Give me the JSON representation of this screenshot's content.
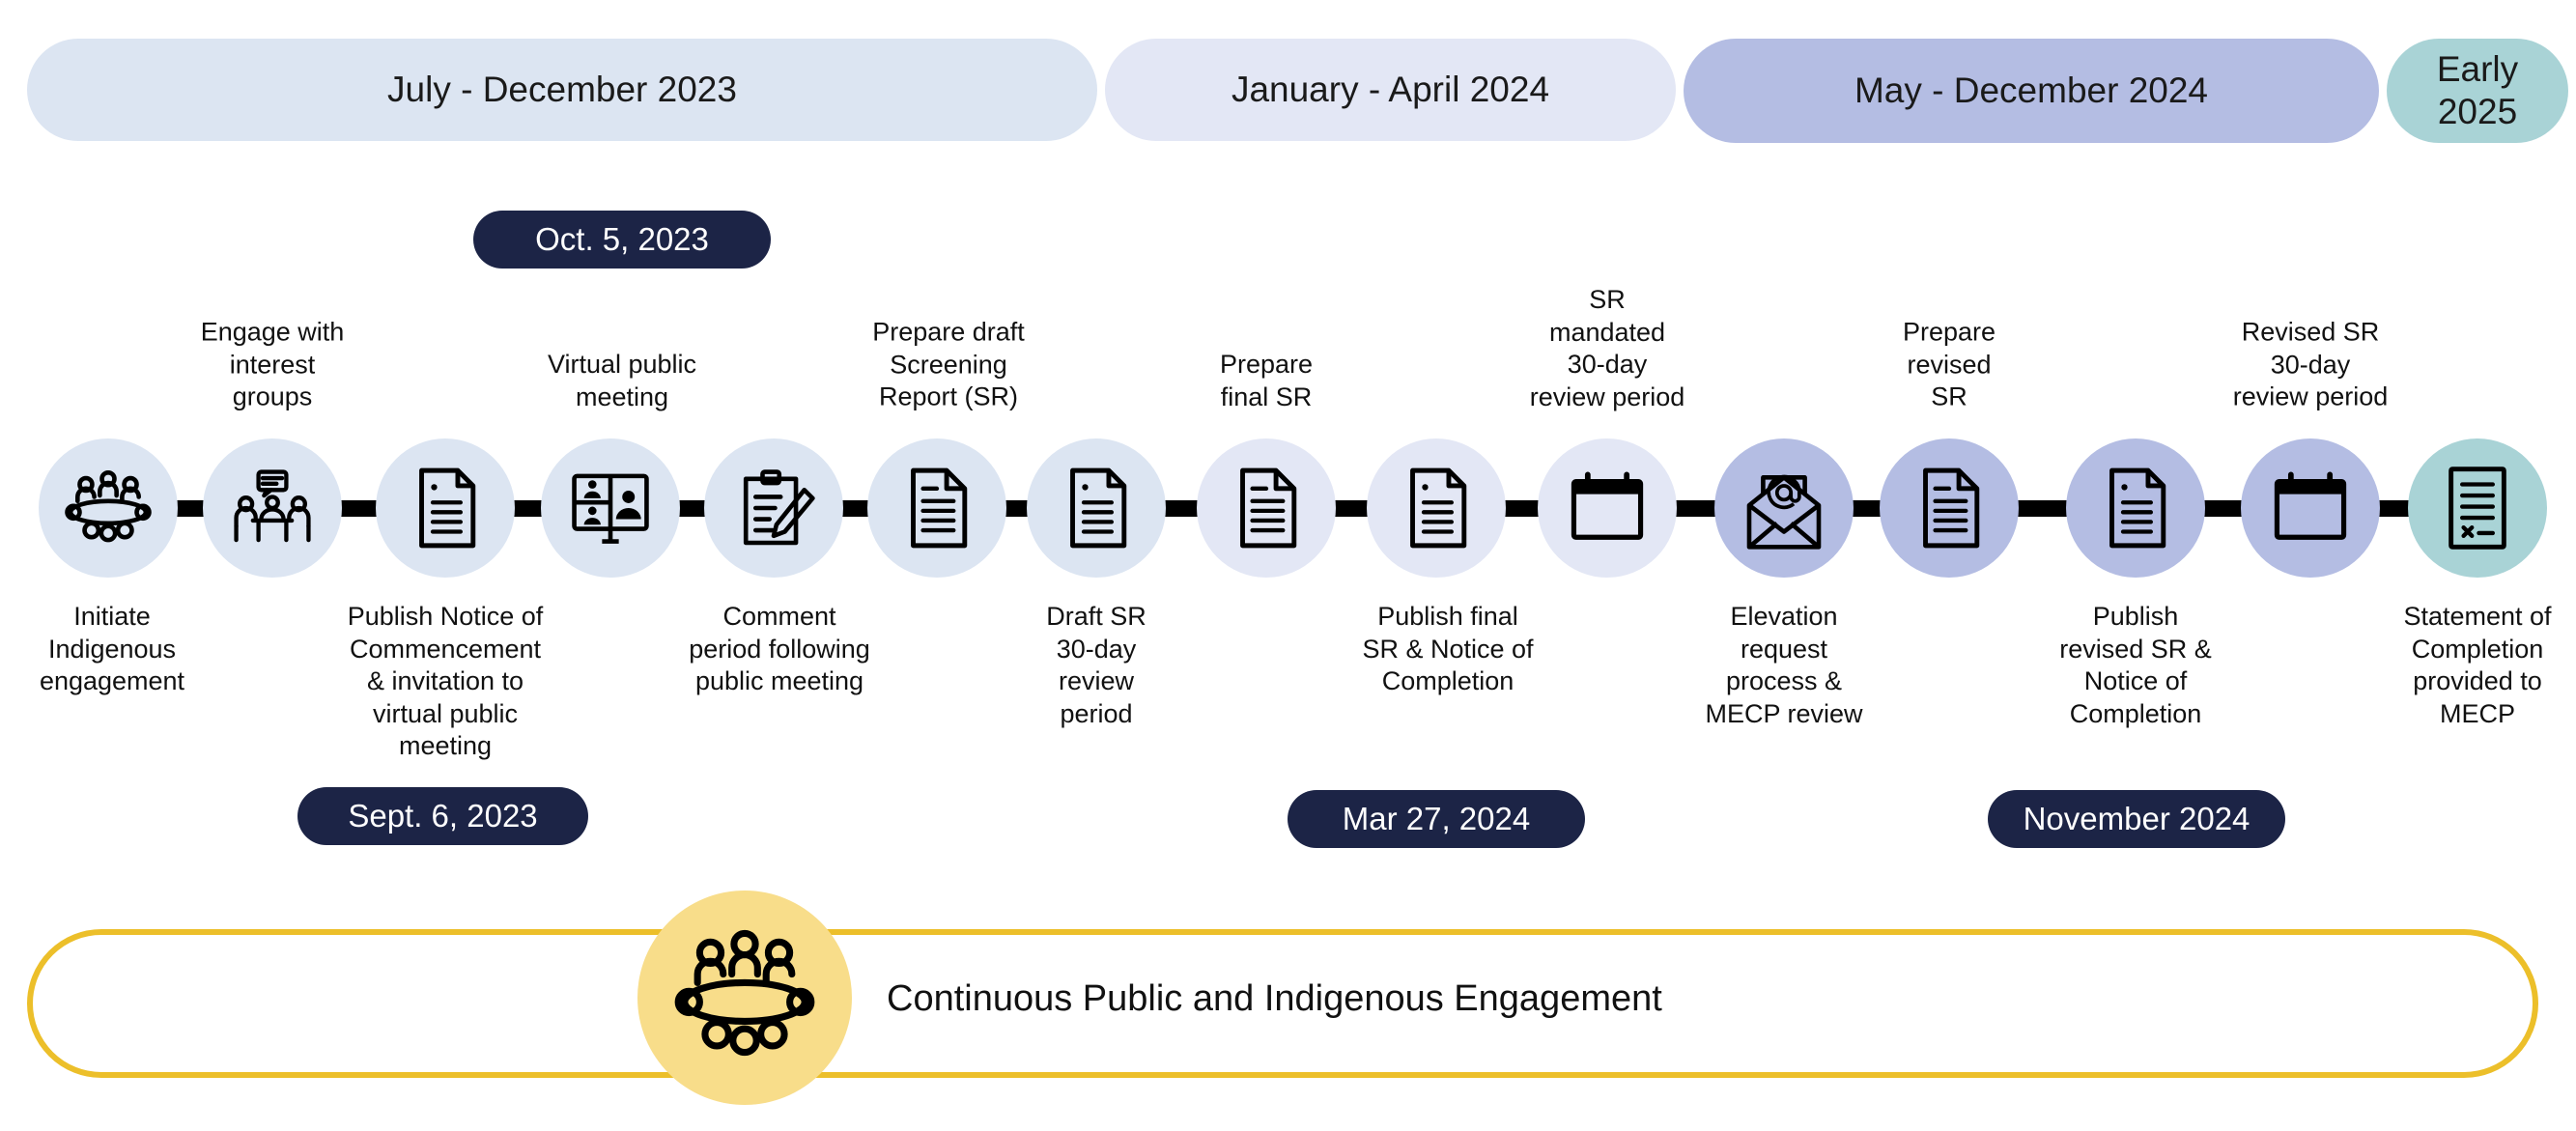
{
  "phases": [
    {
      "label": "July - December 2023",
      "color": "#dce5f2"
    },
    {
      "label": "January - April 2024",
      "color": "#e3e7f5"
    },
    {
      "label": "May - December 2024",
      "color": "#b4bde3"
    },
    {
      "label_line1": "Early",
      "label_line2": "2025",
      "color": "#a9d3d6"
    }
  ],
  "badges": {
    "oct": "Oct. 5, 2023",
    "sept": "Sept. 6, 2023",
    "mar": "Mar 27, 2024",
    "nov": "November 2024"
  },
  "steps": [
    {
      "label": [
        "Initiate",
        "Indigenous",
        "engagement"
      ],
      "icon": "meeting-table-icon",
      "color": "#dce5f2"
    },
    {
      "label": [
        "Engage with",
        "interest",
        "groups"
      ],
      "icon": "discussion-group-icon",
      "color": "#dce5f2"
    },
    {
      "label": [
        "Publish Notice of",
        "Commencement",
        "& invitation to",
        "virtual public",
        "meeting"
      ],
      "icon": "document-icon",
      "color": "#dce5f2"
    },
    {
      "label": [
        "Virtual public",
        "meeting"
      ],
      "icon": "video-conference-icon",
      "color": "#dce5f2"
    },
    {
      "label": [
        "Comment",
        "period following",
        "public meeting"
      ],
      "icon": "clipboard-pen-icon",
      "color": "#dce5f2"
    },
    {
      "label": [
        "Prepare draft",
        "Screening",
        "Report (SR)"
      ],
      "icon": "report-icon",
      "color": "#dce5f2"
    },
    {
      "label": [
        "Draft SR",
        "30-day",
        "review",
        "period"
      ],
      "icon": "document-icon",
      "color": "#dce5f2"
    },
    {
      "label": [
        "Prepare",
        "final SR"
      ],
      "icon": "report-icon",
      "color": "#e3e7f5"
    },
    {
      "label": [
        "Publish final",
        "SR & Notice of",
        "Completion"
      ],
      "icon": "document-icon",
      "color": "#e3e7f5"
    },
    {
      "label": [
        "SR",
        "mandated",
        "30-day",
        "review period"
      ],
      "icon": "calendar-icon",
      "color": "#e3e7f5"
    },
    {
      "label": [
        "Elevation",
        "request",
        "process &",
        "MECP review"
      ],
      "icon": "email-icon",
      "color": "#b4bde3"
    },
    {
      "label": [
        "Prepare",
        "revised",
        "SR"
      ],
      "icon": "report-icon",
      "color": "#b4bde3"
    },
    {
      "label": [
        "Publish",
        "revised SR &",
        "Notice of",
        "Completion"
      ],
      "icon": "document-icon",
      "color": "#b4bde3"
    },
    {
      "label": [
        "Revised SR",
        "30-day",
        "review period"
      ],
      "icon": "calendar-icon",
      "color": "#b4bde3"
    },
    {
      "label": [
        "Statement of",
        "Completion",
        "provided to",
        "MECP"
      ],
      "icon": "statement-icon",
      "color": "#a9d3d6"
    }
  ],
  "banner": {
    "text": "Continuous Public and Indigenous Engagement",
    "icon": "meeting-table-icon",
    "border_color": "#ecbf2a",
    "circle_color": "#f8dd8a"
  }
}
